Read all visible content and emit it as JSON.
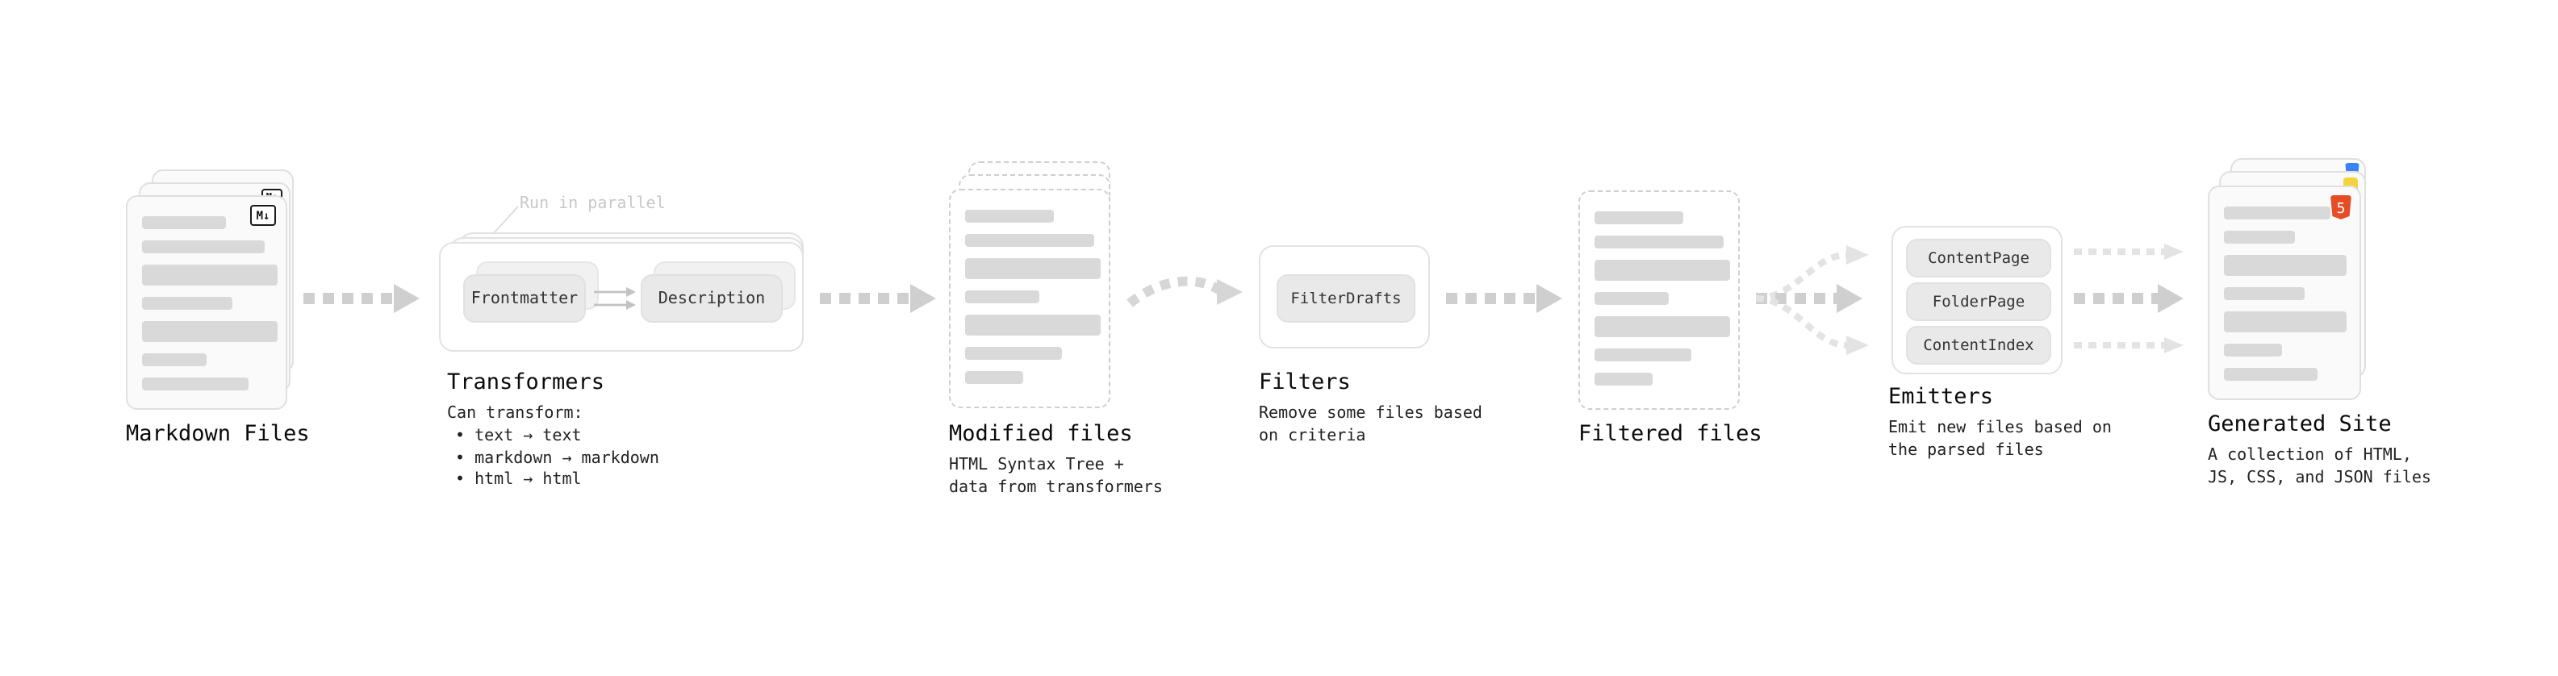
{
  "stages": {
    "markdown_files": {
      "label": "Markdown Files"
    },
    "transformers": {
      "label": "Transformers",
      "annotation": "Run in parallel",
      "buttons": [
        "Frontmatter",
        "Description"
      ],
      "caption": "Can transform:",
      "bullets": [
        "• text → text",
        "• markdown → markdown",
        "• html → html"
      ]
    },
    "modified_files": {
      "label": "Modified files",
      "caption": "HTML Syntax Tree +\ndata from transformers"
    },
    "filters": {
      "label": "Filters",
      "caption": "Remove some files based\non criteria",
      "buttons": [
        "FilterDrafts"
      ]
    },
    "filtered_files": {
      "label": "Filtered files"
    },
    "emitters": {
      "label": "Emitters",
      "caption": "Emit new files based on\nthe parsed files",
      "buttons": [
        "ContentPage",
        "FolderPage",
        "ContentIndex"
      ]
    },
    "generated_site": {
      "label": "Generated Site",
      "caption": "A collection of HTML,\nJS, CSS, and JSON files"
    }
  },
  "icons": {
    "markdown_badge": "M↓",
    "html5_badge": "5"
  },
  "colors": {
    "arrow": "#cfcfcf",
    "arrow_light": "#e3e3e3",
    "bar": "#d9d9d9",
    "html5_orange": "#e44d26",
    "css_blue": "#3b82f6",
    "js_yellow": "#f5d33f"
  }
}
